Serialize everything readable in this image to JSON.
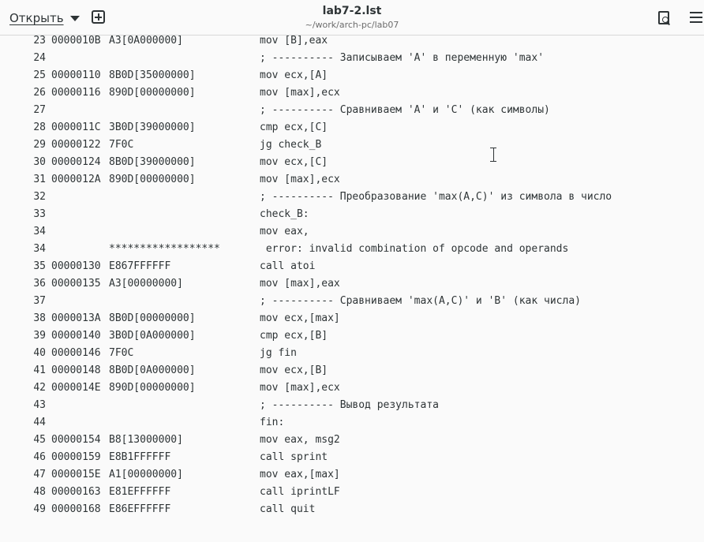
{
  "header": {
    "open_label": "Открыть",
    "title": "lab7-2.lst",
    "subtitle": "~/work/arch-pc/lab07",
    "icons": [
      "chevron-down-icon",
      "new-tab-icon",
      "search-document-icon",
      "hamburger-menu-icon"
    ]
  },
  "lines": [
    {
      "num": "23",
      "addr": "0000010B",
      "hex": "A3[0A000000]",
      "src": "mov [B],eax"
    },
    {
      "num": "24",
      "addr": "",
      "hex": "",
      "src": "; ---------- Записываем 'A' в переменную 'max'"
    },
    {
      "num": "25",
      "addr": "00000110",
      "hex": "8B0D[35000000]",
      "src": "mov ecx,[A]"
    },
    {
      "num": "26",
      "addr": "00000116",
      "hex": "890D[00000000]",
      "src": "mov [max],ecx"
    },
    {
      "num": "27",
      "addr": "",
      "hex": "",
      "src": "; ---------- Сравниваем 'A' и 'C' (как символы)"
    },
    {
      "num": "28",
      "addr": "0000011C",
      "hex": "3B0D[39000000]",
      "src": "cmp ecx,[C]"
    },
    {
      "num": "29",
      "addr": "00000122",
      "hex": "7F0C",
      "src": "jg check_B"
    },
    {
      "num": "30",
      "addr": "00000124",
      "hex": "8B0D[39000000]",
      "src": "mov ecx,[C]"
    },
    {
      "num": "31",
      "addr": "0000012A",
      "hex": "890D[00000000]",
      "src": "mov [max],ecx"
    },
    {
      "num": "32",
      "addr": "",
      "hex": "",
      "src": "; ---------- Преобразование 'max(A,C)' из символа в число"
    },
    {
      "num": "33",
      "addr": "",
      "hex": "",
      "src": "check_B:"
    },
    {
      "num": "34",
      "addr": "",
      "hex": "",
      "src": "mov eax,"
    },
    {
      "num": "34",
      "addr": "",
      "hex": "******************",
      "src": " error: invalid combination of opcode and operands"
    },
    {
      "num": "35",
      "addr": "00000130",
      "hex": "E867FFFFFF",
      "src": "call atoi"
    },
    {
      "num": "36",
      "addr": "00000135",
      "hex": "A3[00000000]",
      "src": "mov [max],eax"
    },
    {
      "num": "37",
      "addr": "",
      "hex": "",
      "src": "; ---------- Сравниваем 'max(A,C)' и 'B' (как числа)"
    },
    {
      "num": "38",
      "addr": "0000013A",
      "hex": "8B0D[00000000]",
      "src": "mov ecx,[max]"
    },
    {
      "num": "39",
      "addr": "00000140",
      "hex": "3B0D[0A000000]",
      "src": "cmp ecx,[B]"
    },
    {
      "num": "40",
      "addr": "00000146",
      "hex": "7F0C",
      "src": "jg fin"
    },
    {
      "num": "41",
      "addr": "00000148",
      "hex": "8B0D[0A000000]",
      "src": "mov ecx,[B]"
    },
    {
      "num": "42",
      "addr": "0000014E",
      "hex": "890D[00000000]",
      "src": "mov [max],ecx"
    },
    {
      "num": "43",
      "addr": "",
      "hex": "",
      "src": "; ---------- Вывод результата"
    },
    {
      "num": "44",
      "addr": "",
      "hex": "",
      "src": "fin:"
    },
    {
      "num": "45",
      "addr": "00000154",
      "hex": "B8[13000000]",
      "src": "mov eax, msg2"
    },
    {
      "num": "46",
      "addr": "00000159",
      "hex": "E8B1FFFFFF",
      "src": "call sprint"
    },
    {
      "num": "47",
      "addr": "0000015E",
      "hex": "A1[00000000]",
      "src": "mov eax,[max]"
    },
    {
      "num": "48",
      "addr": "00000163",
      "hex": "E81EFFFFFF",
      "src": "call iprintLF"
    },
    {
      "num": "49",
      "addr": "00000168",
      "hex": "E86EFFFFFF",
      "src": "call quit"
    }
  ]
}
